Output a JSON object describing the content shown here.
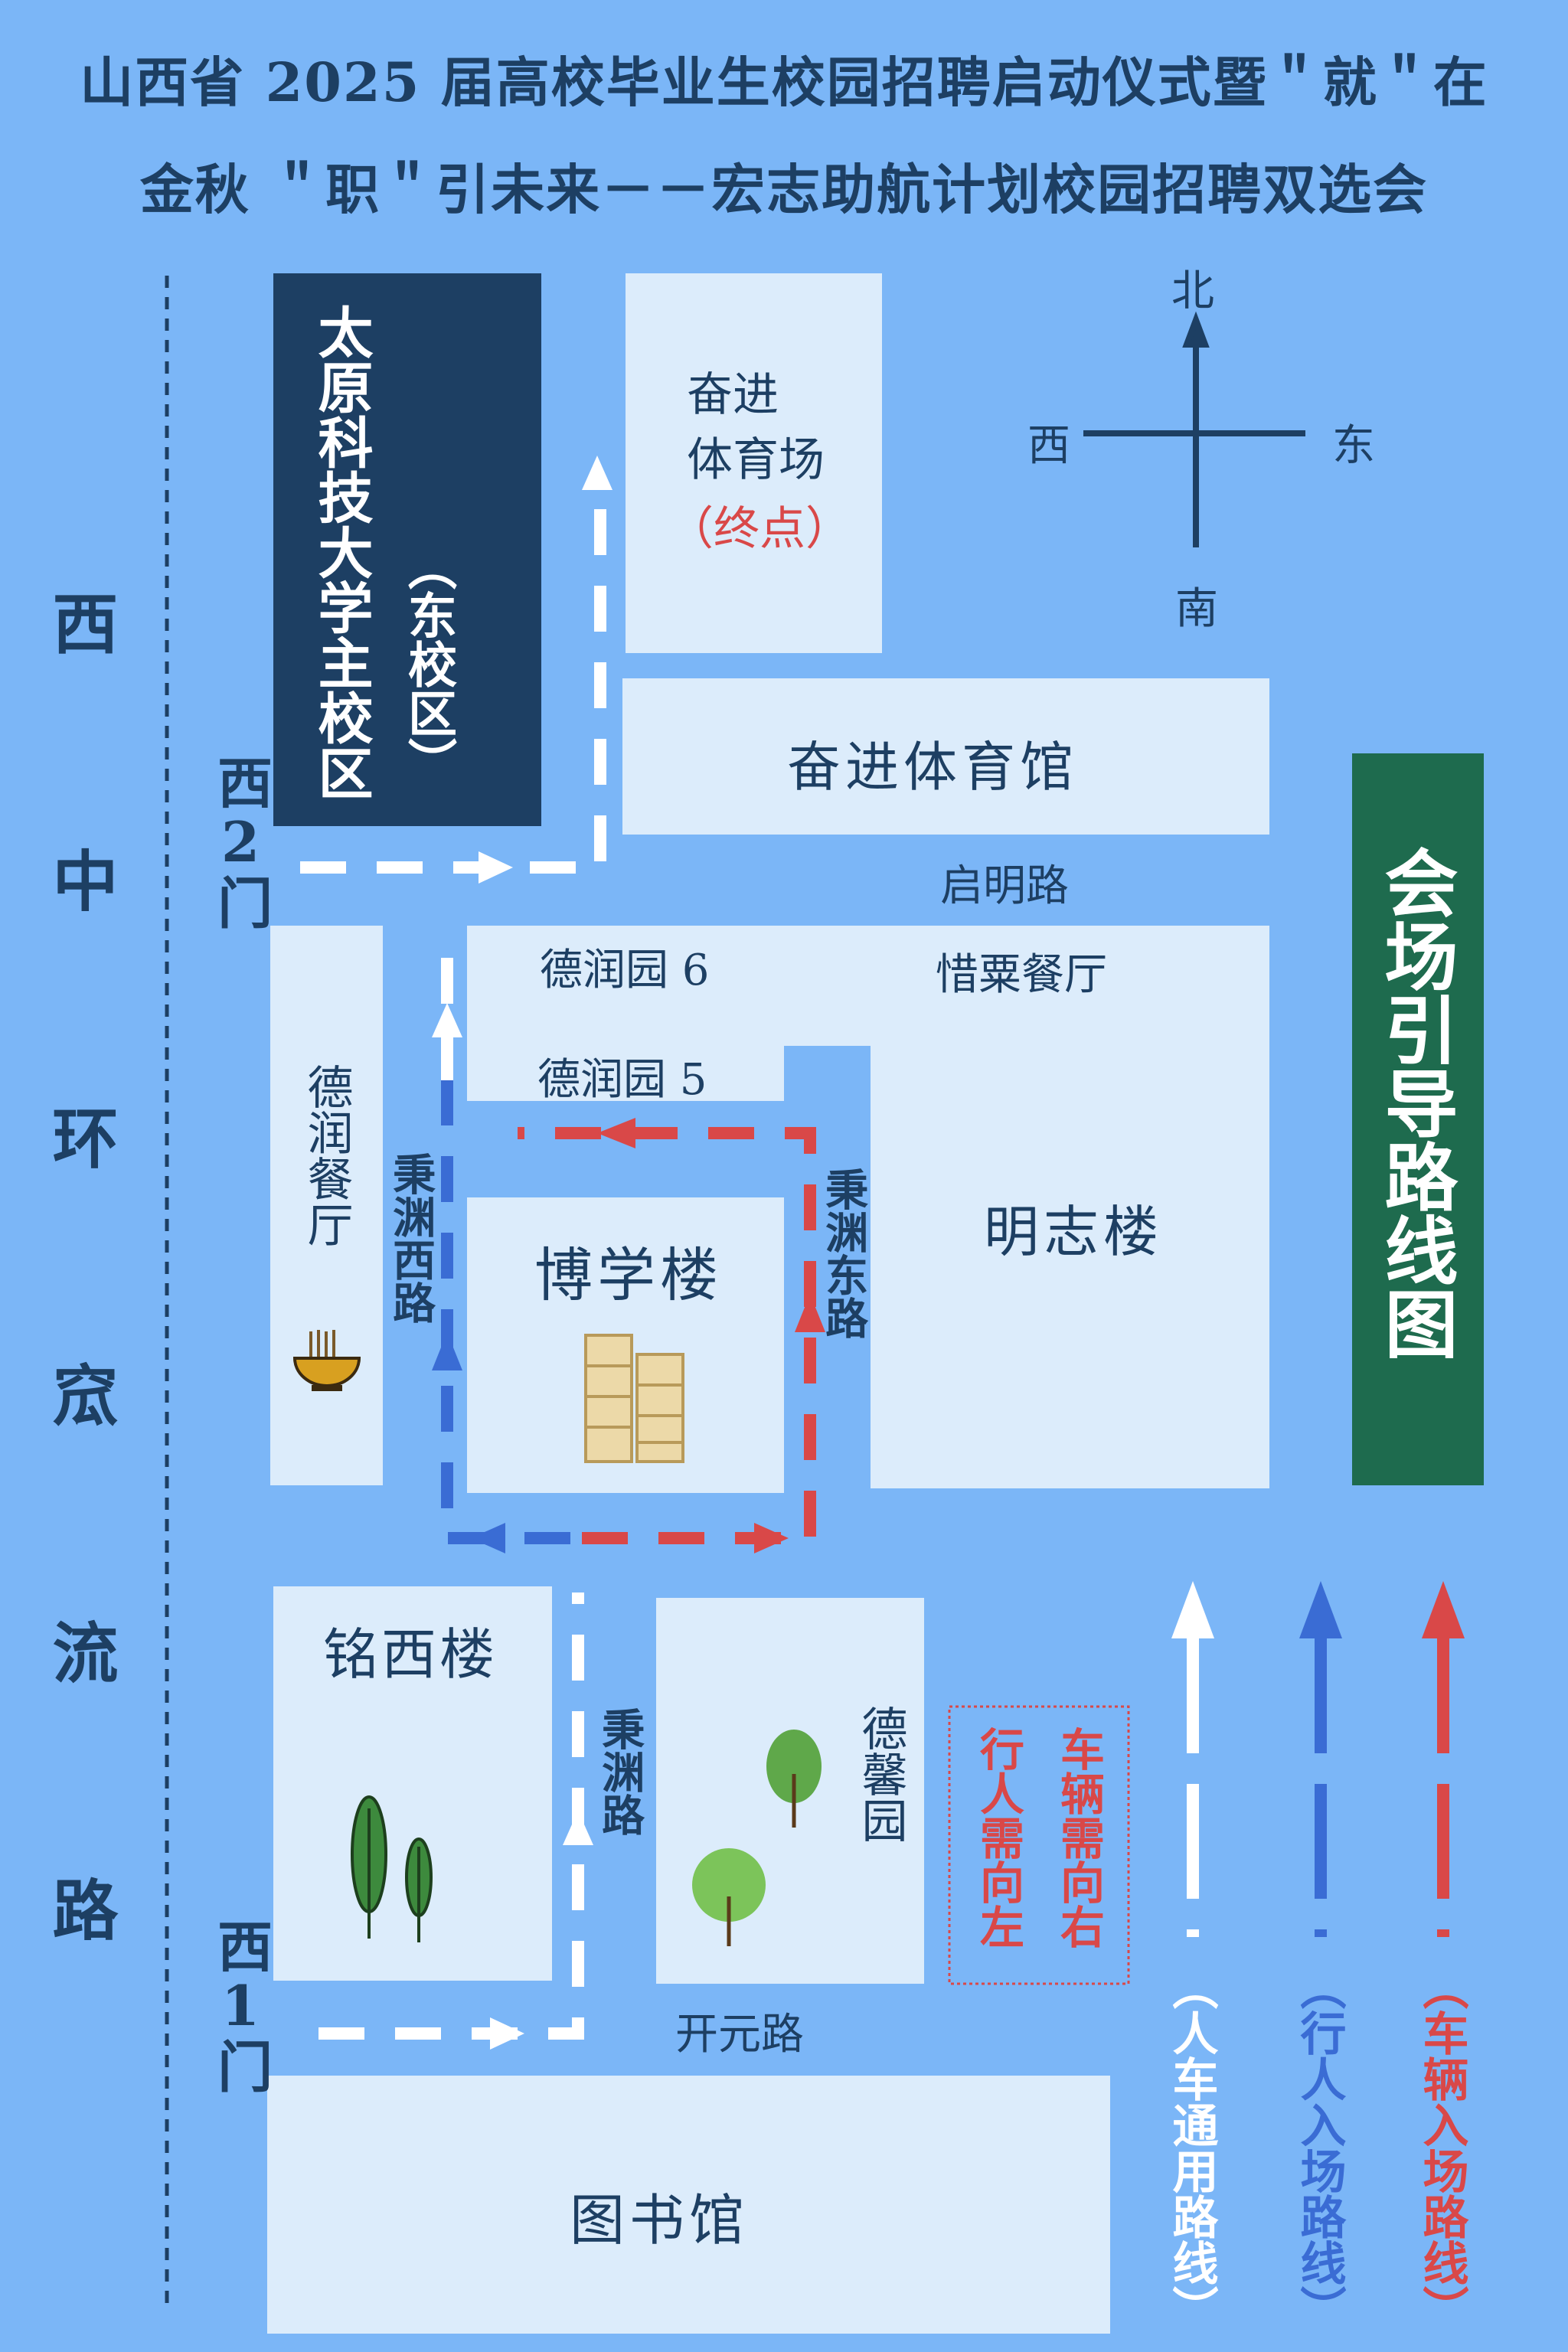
{
  "title": {
    "line1": "山西省 2025 届高校毕业生校园招聘启动仪式暨＂就＂在",
    "line2": "金秋 ＂职＂引未来－－宏志助航计划校园招聘双选会"
  },
  "roads": {
    "west_ring": "西中环窊流路",
    "qiming": "启明路",
    "kaiyuan": "开元路",
    "bingyuan_west": "秉渊西路",
    "bingyuan_east": "秉渊东路",
    "bingyuan": "秉渊路"
  },
  "gates": {
    "west2": "西2门",
    "west1": "西1门"
  },
  "buildings": {
    "main_campus": "太原科技大学主校区",
    "main_campus_sub": "（东校区）",
    "stadium_line1": "奋进",
    "stadium_line2": "体育场",
    "stadium_note": "（终点）",
    "gym": "奋进体育馆",
    "derun6": "德润园 6",
    "xisu": "惜粟餐厅",
    "derun5": "德润园 5",
    "derun_canteen": "德润餐厅",
    "boxue": "博学楼",
    "mingzhi": "明志楼",
    "mingxi": "铭西楼",
    "dexin": "德馨园",
    "library": "图书馆"
  },
  "compass": {
    "north": "北",
    "south": "南",
    "west": "西",
    "east": "东"
  },
  "guide_title": "会场引导路线图",
  "notice": {
    "vehicle": "车辆需向右",
    "pedestrian": "行人需向左"
  },
  "legend": [
    {
      "label": "（人车通用路线）",
      "color": "#ffffff"
    },
    {
      "label": "（行人入场路线）",
      "color": "#3a6cd4"
    },
    {
      "label": "（车辆入场路线）",
      "color": "#d94848"
    }
  ],
  "colors": {
    "background": "#7bb6f7",
    "building": "#dcecfb",
    "dark": "#1d3f63",
    "green": "#1e6b4e",
    "red": "#d94848",
    "blue": "#3a6cd4"
  }
}
